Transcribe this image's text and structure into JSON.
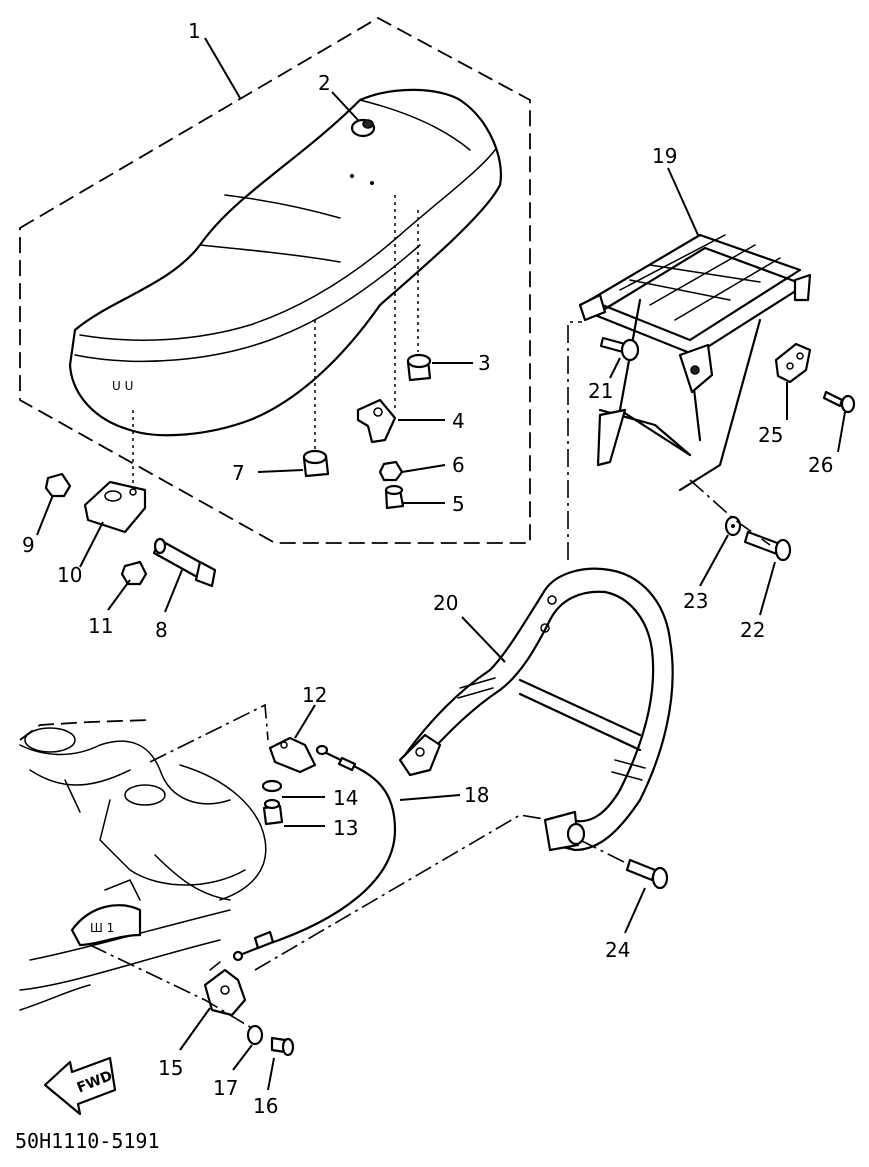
{
  "figure_code": "50H1110-5191",
  "direction_marker": "FWD",
  "callouts": {
    "c1": "1",
    "c2": "2",
    "c3": "3",
    "c4": "4",
    "c5": "5",
    "c6": "6",
    "c7": "7",
    "c8": "8",
    "c9": "9",
    "c10": "10",
    "c11": "11",
    "c12": "12",
    "c13": "13",
    "c14": "14",
    "c15": "15",
    "c16": "16",
    "c17": "17",
    "c18": "18",
    "c19": "19",
    "c20": "20",
    "c21": "21",
    "c22": "22",
    "c23": "23",
    "c24": "24",
    "c25": "25",
    "c26": "26"
  },
  "colors": {
    "line": "#000000",
    "background": "#ffffff"
  }
}
